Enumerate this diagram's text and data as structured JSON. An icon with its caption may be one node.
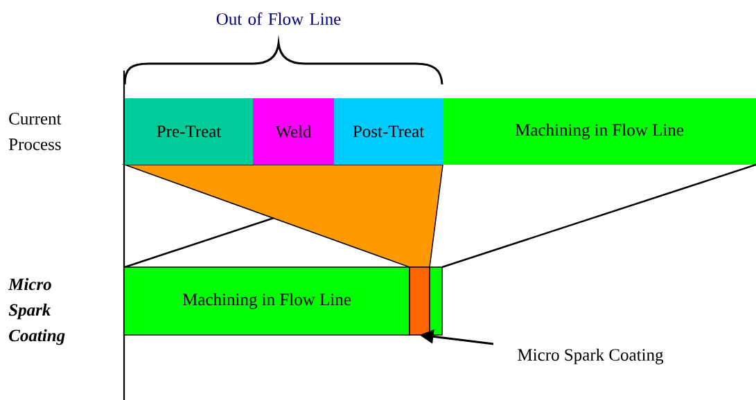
{
  "diagram": {
    "nodes": [
      {
        "text": [
          "Pre-Treat"
        ]
      },
      {
        "text": [
          "Weld"
        ]
      },
      {
        "text": [
          "Post-Treat"
        ]
      },
      {
        "text": [
          "Machining in Flow Line"
        ]
      },
      {
        "text": [
          "Machining in Flow Line"
        ]
      },
      {
        "text": [],
        "shape": "bar"
      },
      {
        "text": [],
        "shape": "bar"
      },
      {
        "text": [
          "Micro Spark Coating"
        ]
      }
    ],
    "edges": [
      {
        "from": 7,
        "to": 5,
        "arrow": "to"
      },
      {
        "from": 6,
        "to": 3,
        "arrow": "none"
      }
    ],
    "labels": [
      "Out of Flow Line",
      "Current Process",
      "Micro Spark Coating"
    ]
  }
}
